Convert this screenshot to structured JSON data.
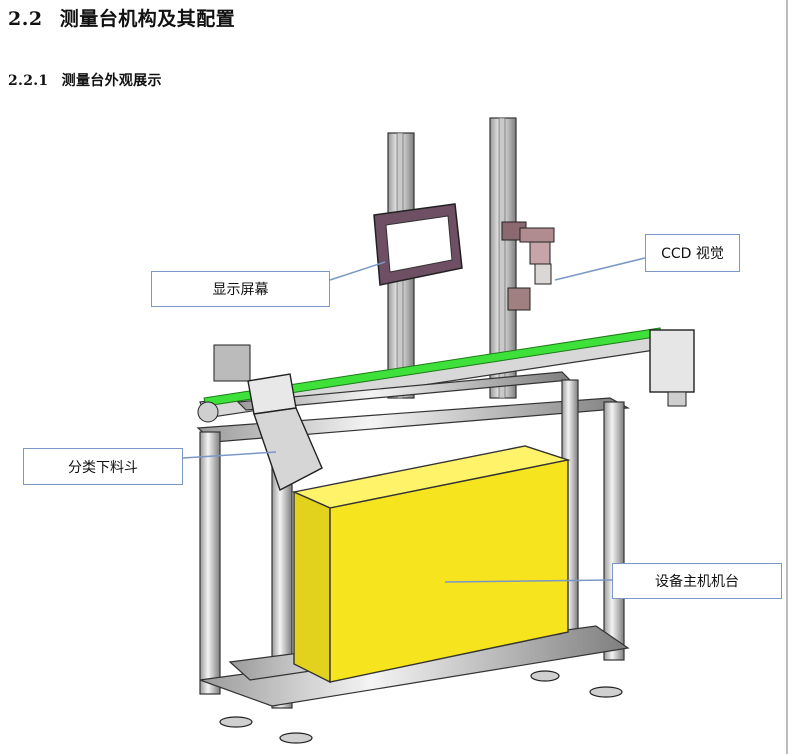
{
  "section": {
    "number": "2.2",
    "title": "测量台机构及其配置"
  },
  "subsection": {
    "number": "2.2.1",
    "title": "测量台外观展示"
  },
  "callouts": {
    "display": "显示屏幕",
    "ccd": "CCD 视觉",
    "hopper": "分类下料斗",
    "main_body": "设备主机机台"
  },
  "colors": {
    "callout_border": "#7b97c6",
    "box": "#f6e41e",
    "belt": "#3ee03a"
  }
}
